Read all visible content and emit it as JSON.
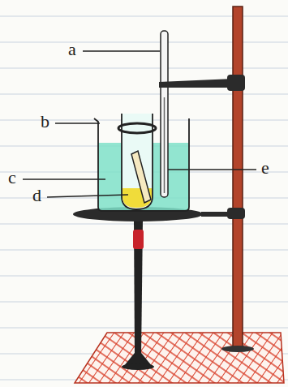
{
  "diagram": {
    "labels": [
      "a",
      "b",
      "c",
      "d",
      "e"
    ]
  }
}
